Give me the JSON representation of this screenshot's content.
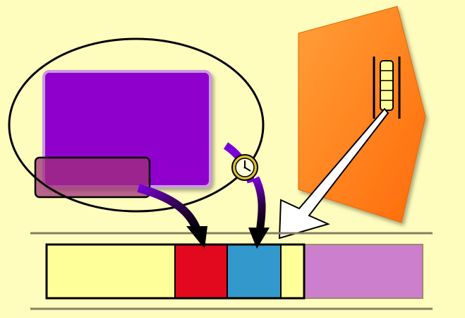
{
  "colors": {
    "background": "#fffdbd",
    "purple_block": "#9000cc",
    "purple_block_edge": "#c79be0",
    "overlay_block": "#a0307a",
    "orange_shape": "#ff8c1a",
    "orange_shape_light": "#ff9f38",
    "queue_yellow": "#ffff99",
    "queue_red": "#e2091f",
    "queue_blue": "#3399cc",
    "queue_lavender": "#cc7fcc",
    "arrow_purple": "#7a00d9",
    "track_line": "#858060",
    "clock_face": "#ffffe0",
    "clock_rim": "#ddc033"
  },
  "icons": {
    "clock": "clock-icon",
    "stack": "stack-icon"
  },
  "queue_segments": [
    {
      "name": "queue-segment-yellow-left",
      "color_key": "queue_yellow"
    },
    {
      "name": "queue-segment-red",
      "color_key": "queue_red"
    },
    {
      "name": "queue-segment-blue",
      "color_key": "queue_blue"
    },
    {
      "name": "queue-segment-yellow-right",
      "color_key": "queue_yellow"
    },
    {
      "name": "queue-segment-lavender",
      "color_key": "queue_lavender"
    }
  ]
}
